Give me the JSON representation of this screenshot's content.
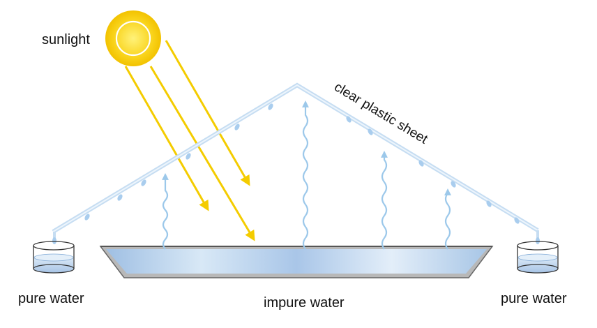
{
  "labels": {
    "sunlight": "sunlight",
    "sheet": "clear plastic sheet",
    "impure": "impure water",
    "pure_left": "pure water",
    "pure_right": "pure water"
  },
  "colors": {
    "sun": "#f9d31a",
    "sun_glow": "#fbe86a",
    "sunray": "#f4cc00",
    "vapor": "#9cc8ea",
    "sheet": "#d6e9f8",
    "water": "#c7dcf0",
    "tray": "#9a9a9a",
    "outline": "#333333"
  },
  "icons": {
    "sun": "sun-icon",
    "drop": "water-drop-icon",
    "vapor": "wavy-vapor-arrow-icon",
    "ray": "sunray-arrow-icon",
    "beaker": "beaker-icon"
  }
}
